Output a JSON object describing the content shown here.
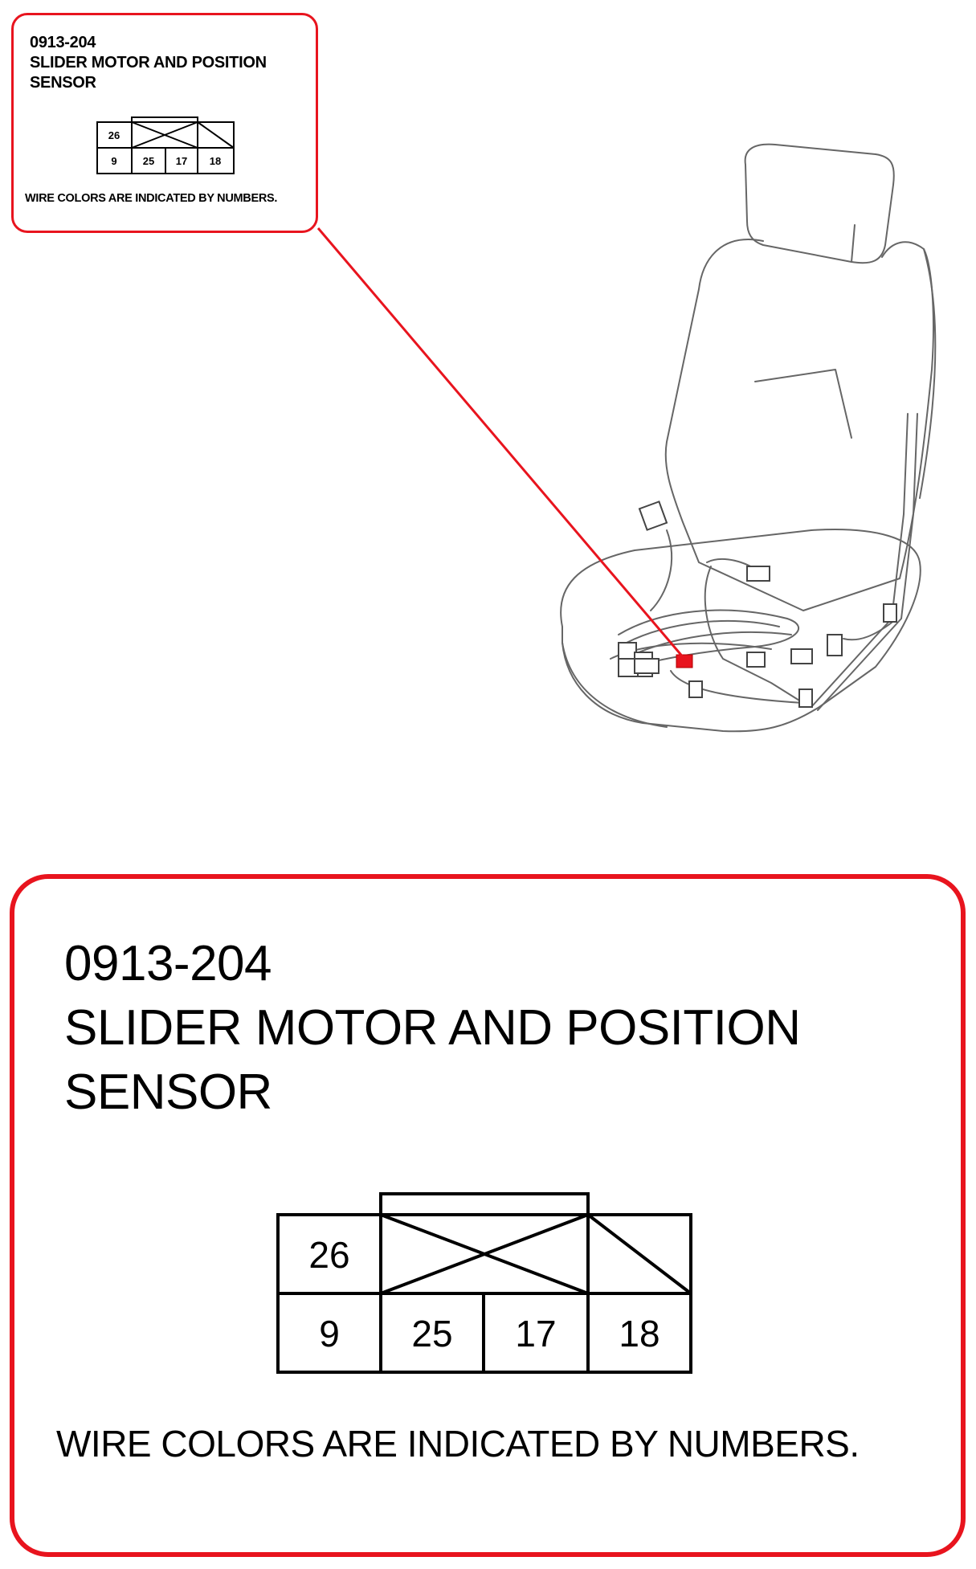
{
  "callout_small": {
    "code": "0913-204",
    "name_line1": "SLIDER MOTOR AND POSITION",
    "name_line2": "SENSOR",
    "note": "WIRE COLORS ARE INDICATED BY NUMBERS.",
    "pins_top": [
      "26"
    ],
    "pins_bottom": [
      "9",
      "25",
      "17",
      "18"
    ]
  },
  "callout_big": {
    "code": "0913-204",
    "name_line1": "SLIDER MOTOR AND POSITION",
    "name_line2": "SENSOR",
    "note": "WIRE COLORS ARE INDICATED BY NUMBERS.",
    "pins_top": [
      "26"
    ],
    "pins_bottom": [
      "9",
      "25",
      "17",
      "18"
    ]
  },
  "colors": {
    "highlight": "#e8141e",
    "line": "#000000"
  },
  "icons": {
    "seat": "seat-drawing",
    "connector": "connector-face-icon"
  }
}
